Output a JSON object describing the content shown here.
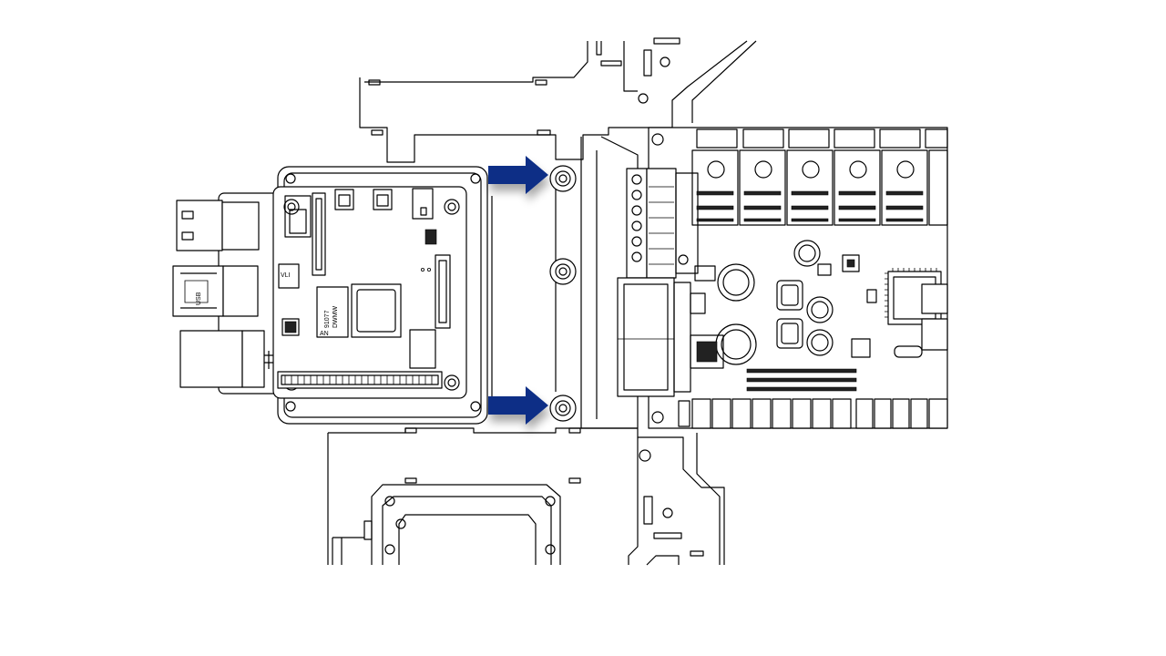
{
  "arrows": {
    "color": "#0b2f86",
    "targets": [
      "upper-standoff",
      "lower-standoff"
    ]
  },
  "labels": {
    "chip_a": "VLI",
    "chip_b": "91077",
    "chip_c": "DWMW",
    "chip_d": "AN"
  }
}
